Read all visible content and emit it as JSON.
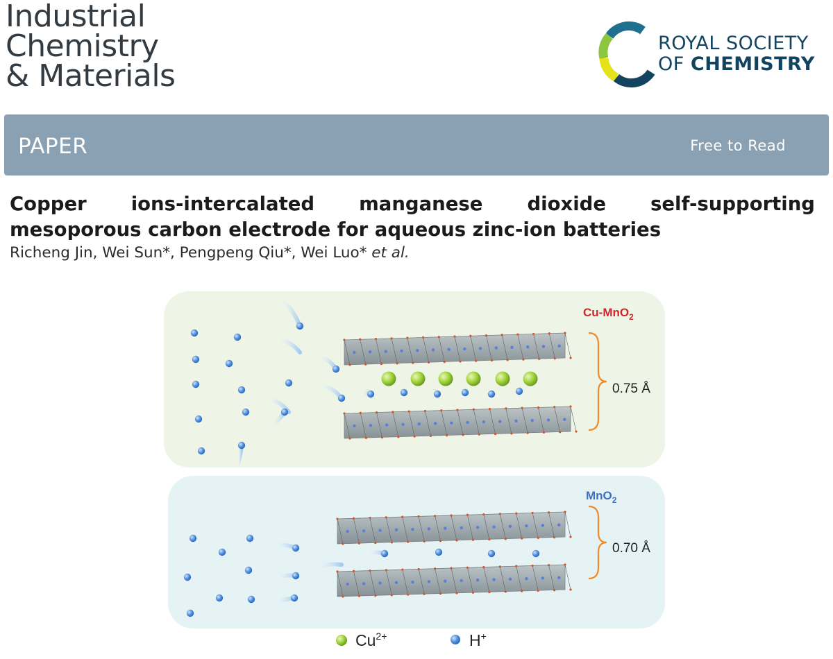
{
  "journal": {
    "lines": [
      "Industrial",
      "Chemistry",
      "& Materials"
    ]
  },
  "publisher": {
    "line1": "ROYAL SOCIETY",
    "line2_prefix": "OF ",
    "line2_bold": "CHEMISTRY"
  },
  "banner": {
    "type": "PAPER",
    "access": "Free to Read"
  },
  "article": {
    "title_line1_words": [
      "Copper",
      "ions-intercalated",
      "manganese",
      "dioxide",
      "self-supporting"
    ],
    "title_line2": "mesoporous carbon electrode for aqueous zinc-ion batteries",
    "authors": "Richeng Jin, Wei Sun*, Pengpeng Qiu*, Wei Luo*",
    "authors_suffix": "et al."
  },
  "figure": {
    "top_panel": {
      "label_main": "Cu-MnO",
      "label_sub": "2",
      "spacing": "0.75 Å"
    },
    "bottom_panel": {
      "label_main": "MnO",
      "label_sub": "2",
      "spacing": "0.70 Å"
    },
    "legend": {
      "cu_main": "Cu",
      "cu_sup": "2+",
      "h_main": "H",
      "h_sup": "+"
    },
    "colors": {
      "top_bg": "#eef4e6",
      "bottom_bg": "#e6f3f4",
      "cu": "#9fd13a",
      "h": "#4f8fe0",
      "bracket": "#f08a2a",
      "sheet": "#9ea8ad",
      "cu_label": "#d0282a",
      "mno2_label": "#3e6fc2"
    }
  }
}
